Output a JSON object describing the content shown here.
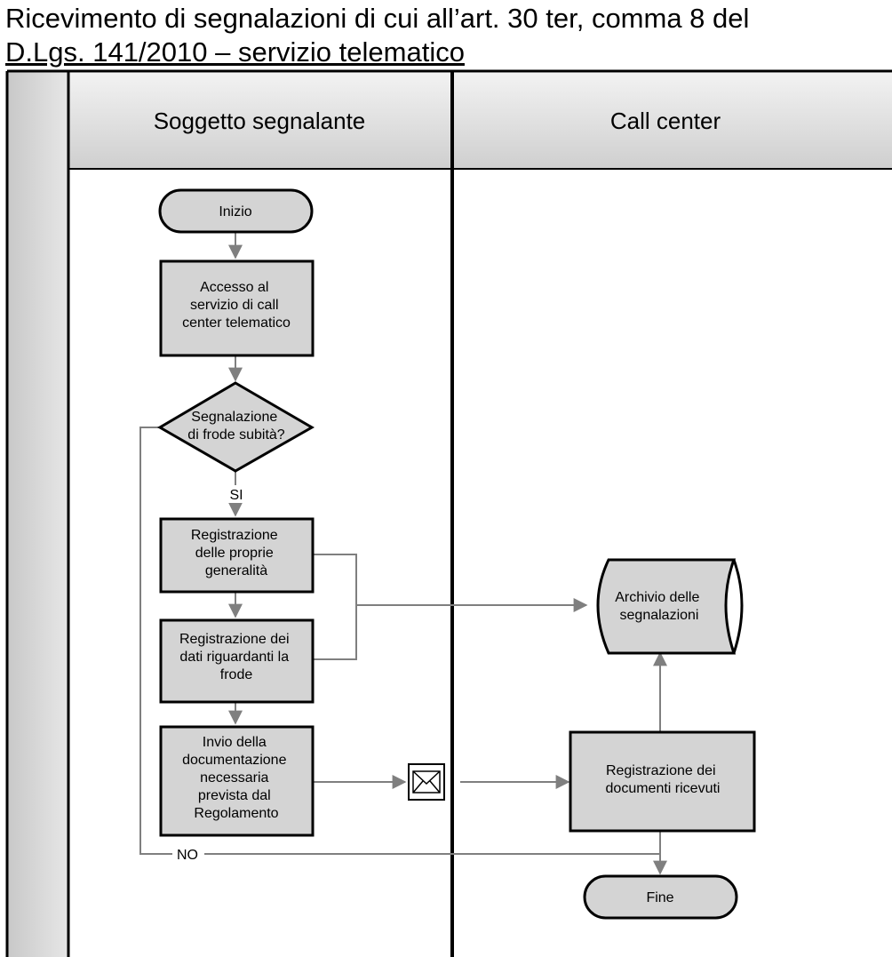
{
  "title": {
    "line1": "Ricevimento di segnalazioni di cui all’art. 30 ter, comma 8 del",
    "line2": "D.Lgs. 141/2010 – servizio telematico"
  },
  "lanes": {
    "left": "Soggetto segnalante",
    "right": "Call center"
  },
  "nodes": {
    "start": "Inizio",
    "access": [
      "Accesso al",
      "servizio di call",
      "center telematico"
    ],
    "decision": [
      "Segnalazione",
      "di frode subità?"
    ],
    "register_personal": [
      "Registrazione",
      "delle proprie",
      "generalità"
    ],
    "register_fraud": [
      "Registrazione dei",
      "dati riguardanti la",
      "frode"
    ],
    "send_docs": [
      "Invio della",
      "documentazione",
      "necessaria",
      "prevista dal",
      "Regolamento"
    ],
    "archive": [
      "Archivio delle",
      "segnalazioni"
    ],
    "register_docs": [
      "Registrazione dei",
      "documenti ricevuti"
    ],
    "end": "Fine"
  },
  "edge_labels": {
    "yes": "SI",
    "no": "NO"
  },
  "icons": {
    "message": "envelope-icon"
  },
  "colors": {
    "node_fill": "#d4d4d4",
    "header_fill": "#dcdcdc",
    "connector": "#7f7f7f",
    "outline": "#000000"
  }
}
